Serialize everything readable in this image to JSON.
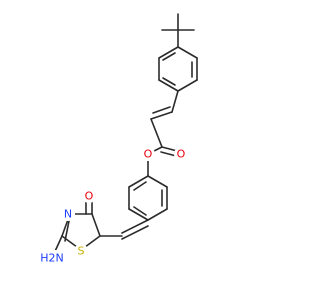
{
  "colors": {
    "bond": "#2b2b2b",
    "oxygen": "#e8000b",
    "nitrogen": "#1f3dff",
    "sulfur": "#c9b100",
    "background": "#ffffff"
  },
  "atoms": {
    "o_ester": "O",
    "o_carbonyl": "O",
    "o_ring": "O",
    "n_ring": "N",
    "s_ring": "S",
    "nh2": "H2N"
  }
}
